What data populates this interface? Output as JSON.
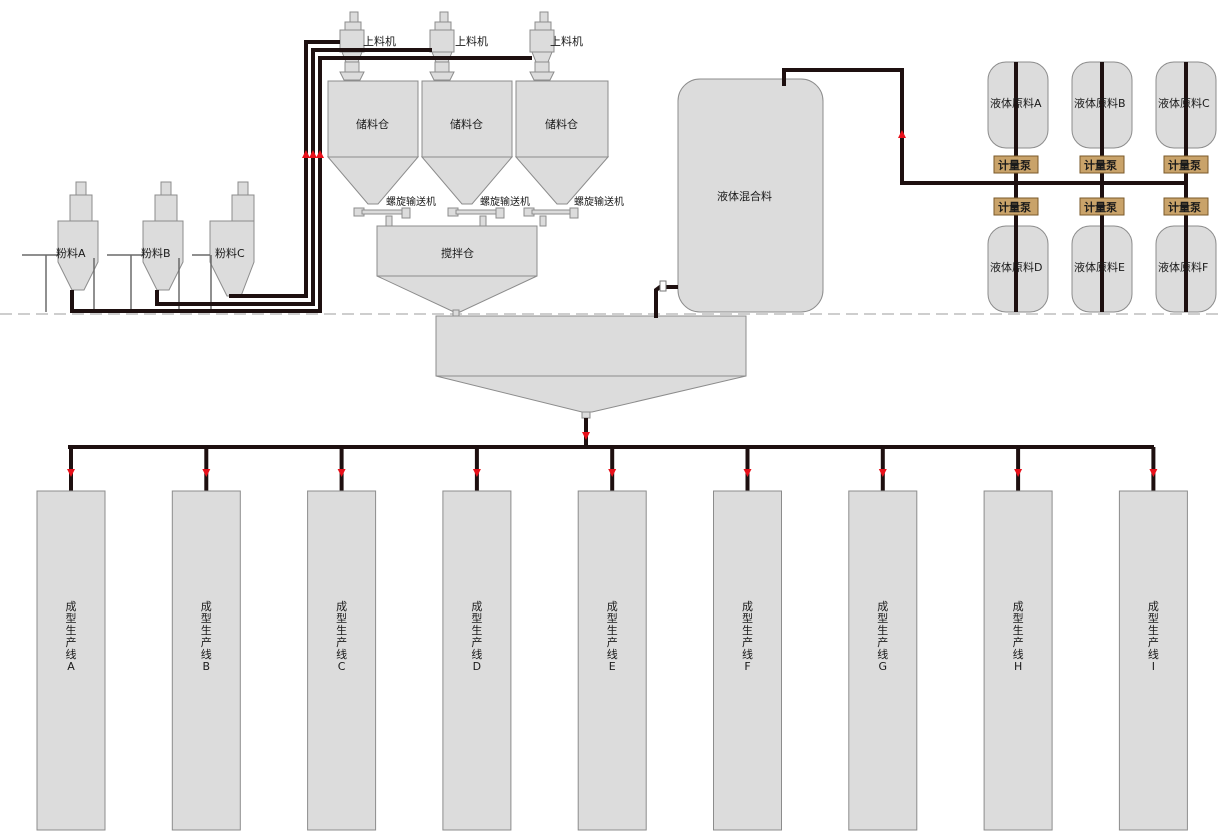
{
  "loaders": [
    "上料机",
    "上料机",
    "上料机"
  ],
  "storage_bins": [
    "储料仓",
    "储料仓",
    "储料仓"
  ],
  "screw_conveyors": [
    "螺旋输送机",
    "螺旋输送机",
    "螺旋输送机"
  ],
  "mixing_bin": "搅拌仓",
  "powders": [
    "粉料A",
    "粉料B",
    "粉料C"
  ],
  "liquid_mix_tank": "液体混合料",
  "liquid_top": [
    "液体原料A",
    "液体原料B",
    "液体原料C"
  ],
  "liquid_bottom": [
    "液体原料D",
    "液体原料E",
    "液体原料F"
  ],
  "pump_label": "计量泵",
  "production_lines": [
    [
      "成",
      "型",
      "生",
      "产",
      "线",
      "A"
    ],
    [
      "成",
      "型",
      "生",
      "产",
      "线",
      "B"
    ],
    [
      "成",
      "型",
      "生",
      "产",
      "线",
      "C"
    ],
    [
      "成",
      "型",
      "生",
      "产",
      "线",
      "D"
    ],
    [
      "成",
      "型",
      "生",
      "产",
      "线",
      "E"
    ],
    [
      "成",
      "型",
      "生",
      "产",
      "线",
      "F"
    ],
    [
      "成",
      "型",
      "生",
      "产",
      "线",
      "G"
    ],
    [
      "成",
      "型",
      "生",
      "产",
      "线",
      "H"
    ],
    [
      "成",
      "型",
      "生",
      "产",
      "线",
      "I"
    ]
  ],
  "colors": {
    "equipment": "#dcdcdc",
    "pipe": "#1e1010",
    "flow_arrow": "#e8101a",
    "pump": "#c9a36a"
  }
}
